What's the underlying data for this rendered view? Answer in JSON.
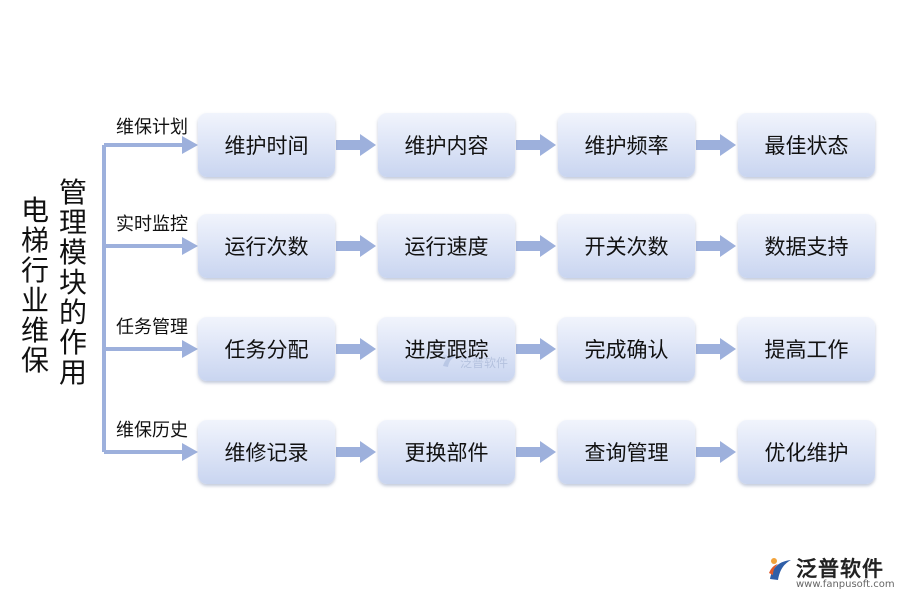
{
  "title": {
    "main": "电梯行业维保",
    "sub": "管理模块的作用"
  },
  "branches": [
    {
      "label": "维保计划",
      "steps": [
        "维护时间",
        "维护内容",
        "维护频率",
        "最佳状态"
      ]
    },
    {
      "label": "实时监控",
      "steps": [
        "运行次数",
        "运行速度",
        "开关次数",
        "数据支持"
      ]
    },
    {
      "label": "任务管理",
      "steps": [
        "任务分配",
        "进度跟踪",
        "完成确认",
        "提高工作"
      ]
    },
    {
      "label": "维保历史",
      "steps": [
        "维修记录",
        "更换部件",
        "查询管理",
        "优化维护"
      ]
    }
  ],
  "colors": {
    "arrow": "#9db0dc",
    "box_top": "#f1f4fc",
    "box_bottom": "#c9d5f0"
  },
  "logo": {
    "name": "泛普软件",
    "url": "www.fanpusoft.com",
    "icon": "fanpu-logo-icon"
  },
  "watermark": {
    "text": "泛普软件",
    "icon": "fanpu-watermark-icon"
  }
}
